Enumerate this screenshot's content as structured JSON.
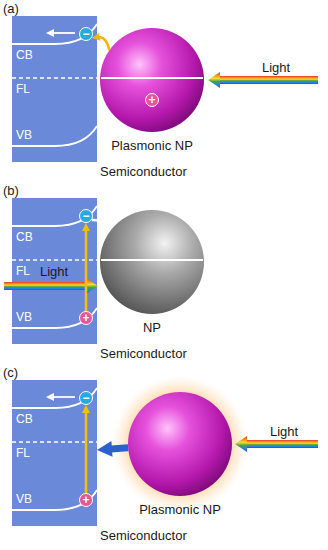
{
  "diagram": {
    "nodes": [
      {
        "text": [
          "CB",
          "FL",
          "VB",
          "Semiconductor"
        ]
      },
      {
        "text": [
          "−"
        ],
        "in": 0
      },
      {
        "text": [
          "Plasmonic NP"
        ]
      },
      {
        "text": [
          "+"
        ],
        "in": 2
      },
      {
        "text": [
          "CB",
          "FL",
          "VB",
          "Semiconductor"
        ]
      },
      {
        "text": [
          "−"
        ],
        "in": 4
      },
      {
        "text": [
          "+"
        ],
        "in": 4
      },
      {
        "text": [
          "NP"
        ]
      },
      {
        "text": [
          "CB",
          "FL",
          "VB",
          "Semiconductor"
        ]
      },
      {
        "text": [
          "−"
        ],
        "in": 8
      },
      {
        "text": [
          "+"
        ],
        "in": 8
      },
      {
        "text": [
          "Plasmonic NP"
        ]
      }
    ],
    "edges": [
      {
        "from": 2,
        "to": 1,
        "arrow": "to"
      },
      {
        "from": 6,
        "to": 5,
        "arrow": "to"
      },
      {
        "from": 5,
        "to": 7,
        "arrow": "to"
      },
      {
        "from": 10,
        "to": 9,
        "arrow": "to"
      },
      {
        "from": 11,
        "to": 8,
        "arrow": "to"
      }
    ],
    "labels": [
      "(a)",
      "Light",
      "(b)",
      "Light",
      "(c)",
      "Light"
    ]
  }
}
